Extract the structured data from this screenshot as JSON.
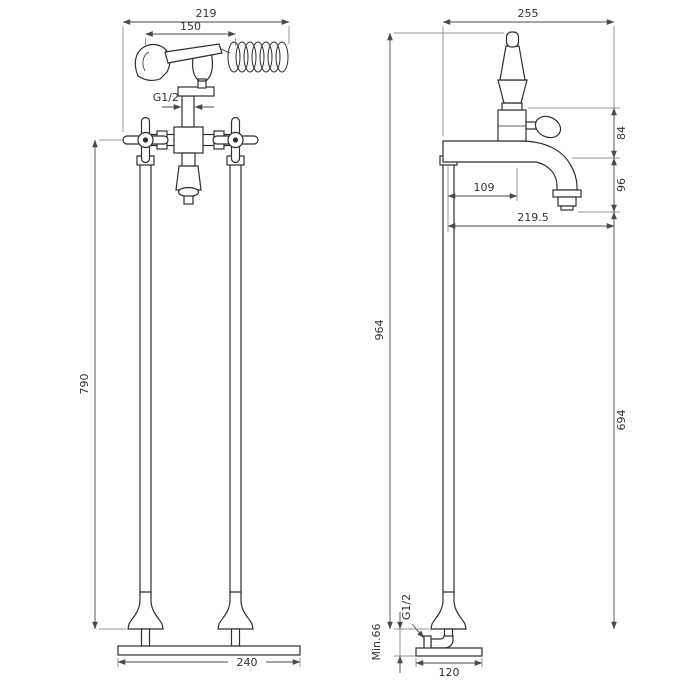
{
  "front_view": {
    "overall_width": "219",
    "pipe_spacing": "150",
    "shower_outlet_thread": "G1/2",
    "handle_height": "790",
    "base_plate_width": "240"
  },
  "side_view": {
    "overall_depth": "255",
    "handle_to_spout": "84",
    "spout_to_outlet": "96",
    "spout_bend_offset": "109",
    "spout_reach": "219.5",
    "overall_height": "964",
    "outlet_height": "694",
    "inlet_thread": "G1/2",
    "min_floor_depth": "Min.66",
    "base_plate_depth": "120"
  }
}
